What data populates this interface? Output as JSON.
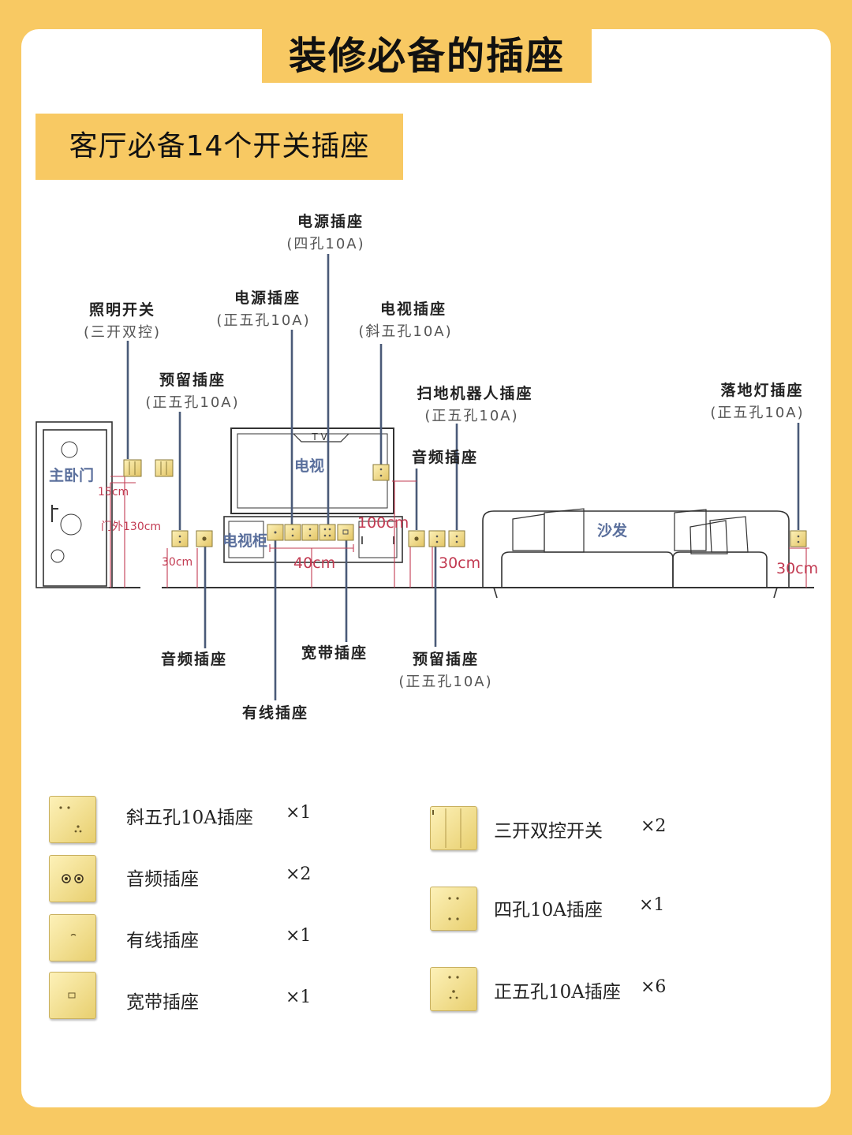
{
  "title": "装修必备的插座",
  "subtitle": "客厅必备14个开关插座",
  "diagram": {
    "callouts": {
      "power_four": {
        "name": "电源插座",
        "spec": "(四孔10A)"
      },
      "power_five": {
        "name": "电源插座",
        "spec": "(正五孔10A)"
      },
      "tv_socket": {
        "name": "电视插座",
        "spec": "(斜五孔10A)"
      },
      "light_switch": {
        "name": "照明开关",
        "spec": "(三开双控)"
      },
      "reserved_left": {
        "name": "预留插座",
        "spec": "(正五孔10A)"
      },
      "robot": {
        "name": "扫地机器人插座",
        "spec": "(正五孔10A)"
      },
      "audio_right": {
        "name": "音频插座",
        "spec": ""
      },
      "floor_lamp": {
        "name": "落地灯插座",
        "spec": "(正五孔10A)"
      },
      "audio_left": {
        "name": "音频插座",
        "spec": ""
      },
      "broadband": {
        "name": "宽带插座",
        "spec": ""
      },
      "reserved_bottom": {
        "name": "预留插座",
        "spec": "(正五孔10A)"
      },
      "cable": {
        "name": "有线插座",
        "spec": ""
      }
    },
    "objects": {
      "door": "主卧门",
      "tv": "电视",
      "tv_mark": "T V",
      "tv_cabinet": "电视柜",
      "sofa": "沙发"
    },
    "dimensions": {
      "switch_gap": "15cm",
      "door_outside": "门外130cm",
      "left_socket": "30cm",
      "cabinet_width": "40cm",
      "tv_socket_height": "100cm",
      "right_socket": "30cm",
      "lamp_socket": "30cm"
    }
  },
  "legend": {
    "left": [
      {
        "name": "斜五孔10A插座",
        "count": "×1",
        "icon": "slanted-five-hole-socket-icon"
      },
      {
        "name": "音频插座",
        "count": "×2",
        "icon": "audio-socket-icon"
      },
      {
        "name": "有线插座",
        "count": "×1",
        "icon": "cable-tv-socket-icon"
      },
      {
        "name": "宽带插座",
        "count": "×1",
        "icon": "broadband-socket-icon"
      }
    ],
    "right": [
      {
        "name": "三开双控开关",
        "count": "×2",
        "icon": "triple-switch-icon"
      },
      {
        "name": "四孔10A插座",
        "count": "×1",
        "icon": "four-hole-socket-icon"
      },
      {
        "name": "正五孔10A插座",
        "count": "×6",
        "icon": "five-hole-socket-icon"
      }
    ]
  },
  "colors": {
    "background": "#f8c963",
    "card": "#ffffff",
    "leader_line": "#4a5a78",
    "dimension": "#c23b52",
    "object_label": "#5a6f9c",
    "socket_face": "#f3dc86"
  }
}
